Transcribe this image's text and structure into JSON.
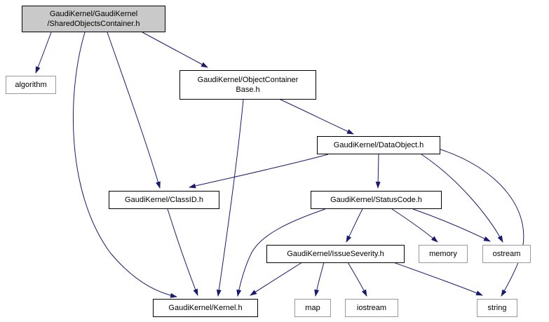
{
  "diagram": {
    "type": "include-dependency-graph",
    "nodes": {
      "shared": {
        "label": "GaudiKernel/GaudiKernel\n/SharedObjectsContainer.h",
        "kind": "root"
      },
      "algorithm": {
        "label": "algorithm",
        "kind": "system"
      },
      "objectcontainerbase": {
        "label": "GaudiKernel/ObjectContainer\nBase.h",
        "kind": "header"
      },
      "dataobject": {
        "label": "GaudiKernel/DataObject.h",
        "kind": "header"
      },
      "classid": {
        "label": "GaudiKernel/ClassID.h",
        "kind": "header"
      },
      "statuscode": {
        "label": "GaudiKernel/StatusCode.h",
        "kind": "header"
      },
      "issueseverity": {
        "label": "GaudiKernel/IssueSeverity.h",
        "kind": "header"
      },
      "memory": {
        "label": "memory",
        "kind": "system"
      },
      "ostream": {
        "label": "ostream",
        "kind": "system"
      },
      "kernel": {
        "label": "GaudiKernel/Kernel.h",
        "kind": "header"
      },
      "map": {
        "label": "map",
        "kind": "system"
      },
      "iostream": {
        "label": "iostream",
        "kind": "system"
      },
      "string": {
        "label": "string",
        "kind": "system"
      }
    },
    "edges": [
      {
        "from": "shared",
        "to": "algorithm"
      },
      {
        "from": "shared",
        "to": "objectcontainerbase"
      },
      {
        "from": "shared",
        "to": "classid"
      },
      {
        "from": "shared",
        "to": "kernel"
      },
      {
        "from": "objectcontainerbase",
        "to": "dataobject"
      },
      {
        "from": "objectcontainerbase",
        "to": "kernel"
      },
      {
        "from": "dataobject",
        "to": "classid"
      },
      {
        "from": "dataobject",
        "to": "statuscode"
      },
      {
        "from": "dataobject",
        "to": "ostream"
      },
      {
        "from": "dataobject",
        "to": "string"
      },
      {
        "from": "statuscode",
        "to": "issueseverity"
      },
      {
        "from": "statuscode",
        "to": "memory"
      },
      {
        "from": "statuscode",
        "to": "ostream"
      },
      {
        "from": "statuscode",
        "to": "kernel"
      },
      {
        "from": "issueseverity",
        "to": "map"
      },
      {
        "from": "issueseverity",
        "to": "iostream"
      },
      {
        "from": "issueseverity",
        "to": "string"
      },
      {
        "from": "issueseverity",
        "to": "kernel"
      },
      {
        "from": "classid",
        "to": "kernel"
      }
    ],
    "colors": {
      "edge": "#191970",
      "root_fill": "#c9c9c9",
      "node_fill": "#ffffff",
      "node_border": "#000000",
      "system_node_border": "#999999",
      "text": "#000000"
    }
  }
}
